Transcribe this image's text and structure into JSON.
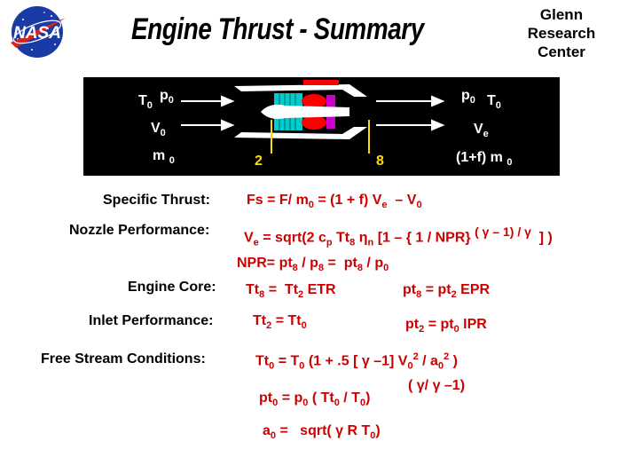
{
  "header": {
    "title": "Engine Thrust - Summary",
    "org_lines": [
      "Glenn",
      "Research",
      "Center"
    ],
    "logo_text": "NASA"
  },
  "diagram": {
    "left_labels": {
      "T": "T",
      "T_sub": "0",
      "p": "p",
      "p_sub": "0",
      "V": "V",
      "V_sub": "0",
      "m": "m",
      "m_sub": "0"
    },
    "right_labels": {
      "p": "p",
      "p_sub": "0",
      "T": "T",
      "T_sub": "0",
      "V": "V",
      "V_sub": "e",
      "m_prefix": "(1+f) m",
      "m_sub": "0"
    },
    "stations": [
      "2",
      "8"
    ],
    "colors": {
      "background": "#000000",
      "stations": "#ffdd00",
      "inlet": "#00cccc",
      "burner": "#ff0000",
      "turbine": "#cc00cc"
    }
  },
  "rows": [
    {
      "label": "Specific Thrust:"
    },
    {
      "label": "Nozzle Performance:"
    },
    {
      "label": "Engine Core:"
    },
    {
      "label": "Inlet Performance:"
    },
    {
      "label": "Free Stream Conditions:"
    }
  ],
  "eq": {
    "fs": {
      "a": "Fs = F/ m",
      "a_sub": "0",
      "b": "= (1 + f) V",
      "b_sub": "e",
      "c": "– V",
      "c_sub": "0"
    },
    "ve": {
      "a": "V",
      "a_sub": "e",
      "b": "= sqrt(2 c",
      "b_sub": "p",
      "c": "Tt",
      "c_sub": "8",
      "d": "η",
      "d_sub": "n",
      "e": "[1 – { 1 / NPR}",
      "f_sup": "( γ – 1) / γ",
      "g": "] )"
    },
    "npr": {
      "a": "NPR= pt",
      "a_sub": "8",
      "b": "/ p",
      "b_sub": "8",
      "c": "=",
      "d": "pt",
      "d_sub": "8",
      "e": "/ p",
      "e_sub": "0"
    },
    "core1": {
      "a": "Tt",
      "a_sub": "8",
      "b": "=",
      "c": "Tt",
      "c_sub": "2",
      "d": "ETR"
    },
    "core2": {
      "a": "pt",
      "a_sub": "8",
      "b": "= pt",
      "b_sub": "2",
      "c": "EPR"
    },
    "inlet1": {
      "a": "Tt",
      "a_sub": "2",
      "b": "= Tt",
      "b_sub": "0"
    },
    "inlet2": {
      "a": "pt",
      "a_sub": "2",
      "b": "= pt",
      "b_sub": "0",
      "c": "IPR"
    },
    "fs1": {
      "a": "Tt",
      "a_sub": "0",
      "b": "= T",
      "b_sub": "0",
      "c": "(1 + .5 [ γ –1] V",
      "c_sub": "0",
      "c_sup": "2",
      "d": "/ a",
      "d_sub": "0",
      "d_sup": "2",
      "e": ")"
    },
    "fs2": {
      "a": "pt",
      "a_sub": "0",
      "b": "= p",
      "b_sub": "0",
      "c": "( Tt",
      "c_sub": "0",
      "d": "/ T",
      "d_sub": "0",
      "e": ")",
      "sup": "( γ/ γ –1)"
    },
    "fs3": {
      "a": "a",
      "a_sub": "0",
      "b": "=",
      "c": "sqrt( γ R T",
      "c_sub": "0",
      "d": ")"
    }
  }
}
